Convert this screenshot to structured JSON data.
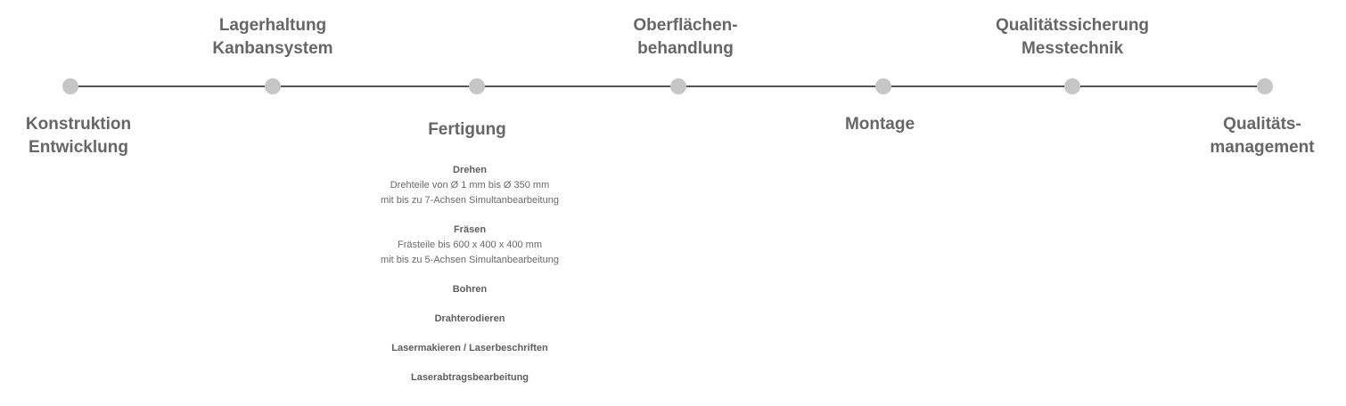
{
  "steps": [
    {
      "id": "konstruktion",
      "lines": [
        "Konstruktion",
        "Entwicklung"
      ],
      "position": "below"
    },
    {
      "id": "lagerhaltung",
      "lines": [
        "Lagerhaltung",
        "Kanbansystem"
      ],
      "position": "above"
    },
    {
      "id": "fertigung",
      "lines": [
        "Fertigung"
      ],
      "position": "below"
    },
    {
      "id": "oberflaechen",
      "lines": [
        "Oberflächen-",
        "behandlung"
      ],
      "position": "above"
    },
    {
      "id": "montage",
      "lines": [
        "Montage"
      ],
      "position": "below"
    },
    {
      "id": "qualitaetssicherung",
      "lines": [
        "Qualitätssicherung",
        "Messtechnik"
      ],
      "position": "above"
    },
    {
      "id": "qualitaetsmanagement",
      "lines": [
        "Qualitäts-",
        "management"
      ],
      "position": "below"
    }
  ],
  "fertigung_details": [
    {
      "title": "Drehen",
      "lines": [
        "Drehteile von Ø 1 mm bis Ø 350 mm",
        "mit bis zu 7-Achsen Simultanbearbeitung"
      ]
    },
    {
      "title": "Fräsen",
      "lines": [
        "Frästeile bis 600 x 400 x 400 mm",
        "mit bis zu 5-Achsen Simultanbearbeitung"
      ]
    },
    {
      "title": "Bohren",
      "lines": []
    },
    {
      "title": "Drahterodieren",
      "lines": []
    },
    {
      "title": "Lasermakieren / Laserbeschriften",
      "lines": []
    },
    {
      "title": "Laserabtragsbearbeitung",
      "lines": []
    }
  ],
  "colors": {
    "line": "#555555",
    "node": "#c6c6c6",
    "text": "#666666"
  }
}
